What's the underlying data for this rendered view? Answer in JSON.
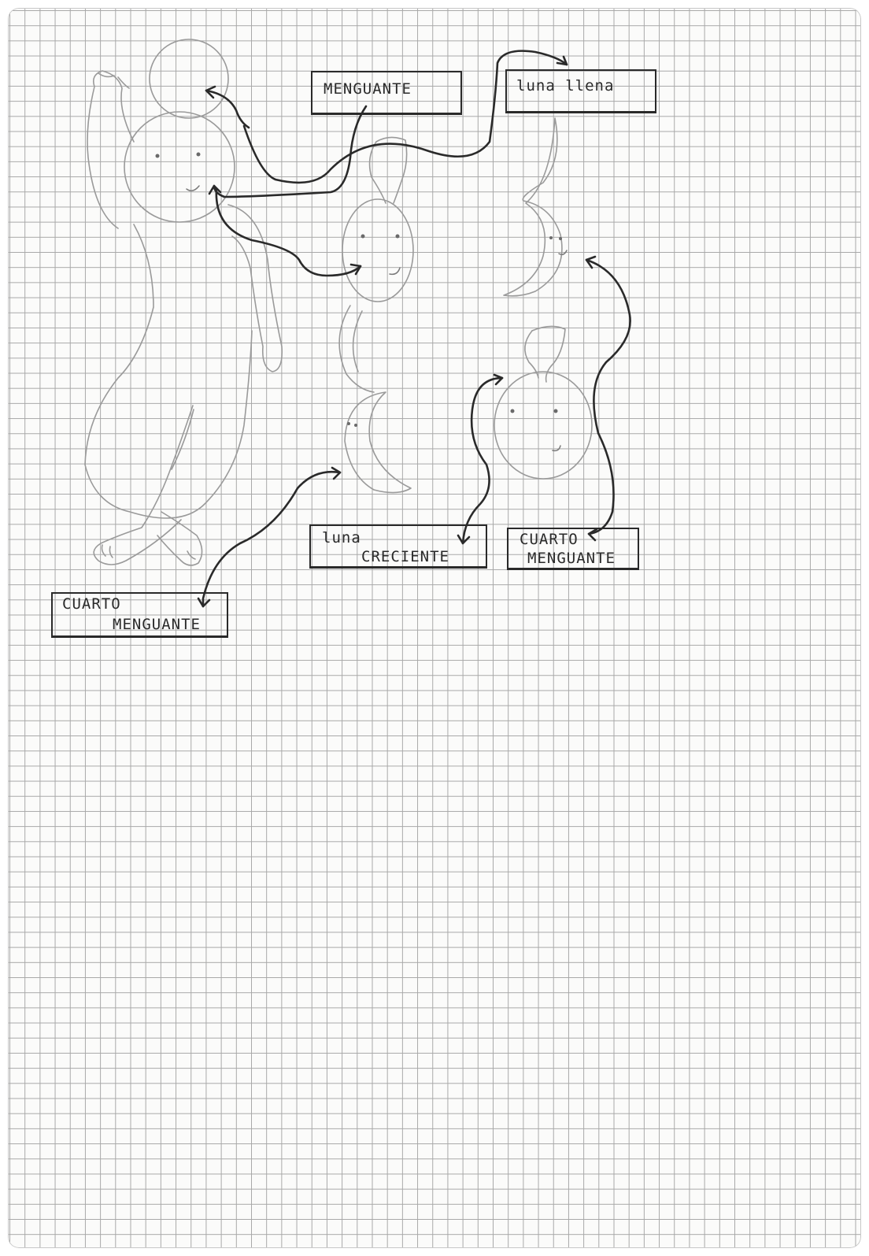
{
  "labels": {
    "menguante": "MENGUANTE",
    "luna_llena": "luna llena",
    "luna_creciente_line1": "luna",
    "luna_creciente_line2": "CRECIENTE",
    "cuarto_menguante_right_line1": "CUARTO",
    "cuarto_menguante_right_line2": "MENGUANTE",
    "cuarto_menguante_left_line1": "CUARTO",
    "cuarto_menguante_left_line2": "MENGUANTE"
  },
  "colors": {
    "ink": "#2a2a2a",
    "pencil": "#9a9a9a",
    "grid": "#a8a8a8",
    "paper": "#fbfbfa"
  }
}
